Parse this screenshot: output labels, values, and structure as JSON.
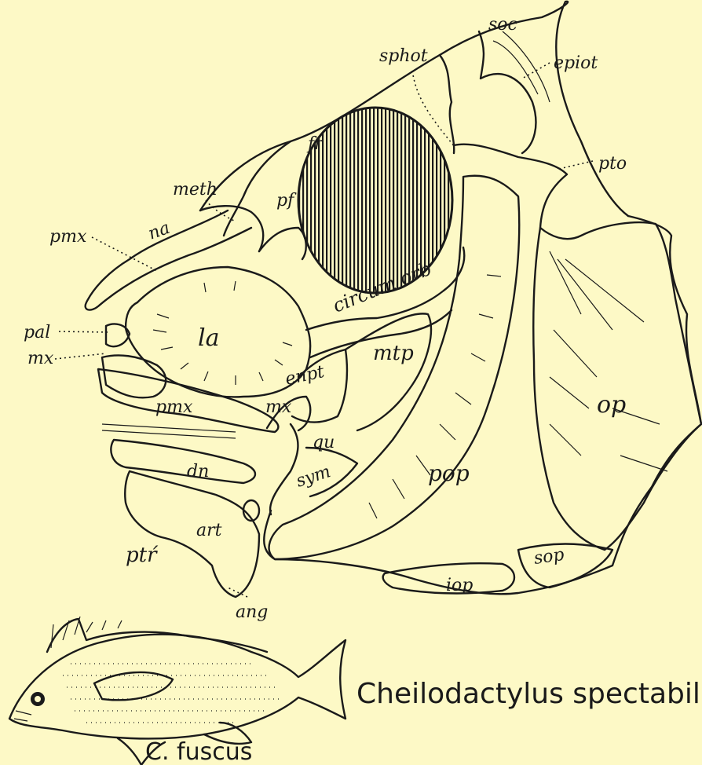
{
  "figure": {
    "species_caption": "Cheilodactylus spectabilis",
    "inset_caption": "C. fuscus",
    "labels": {
      "soc": "soc",
      "sphot": "sphot",
      "epiot": "epiot",
      "fr": "fr",
      "pto": "pto",
      "meth": "meth",
      "pf": "pf",
      "pmx_top": "pmx",
      "na": "na",
      "circum_orb": "circum orb",
      "la": "la",
      "pal": "pal",
      "mx_left": "mx",
      "mtp": "mtp",
      "enpt": "enpt",
      "mx_mid": "mx",
      "op": "op",
      "pmx_low": "pmx",
      "qu": "qu",
      "dn": "dn",
      "sym": "sym",
      "pop": "pop",
      "art": "art",
      "ptr": "ptŕ",
      "sop": "sop",
      "iop": "iop",
      "ang": "ang"
    }
  }
}
